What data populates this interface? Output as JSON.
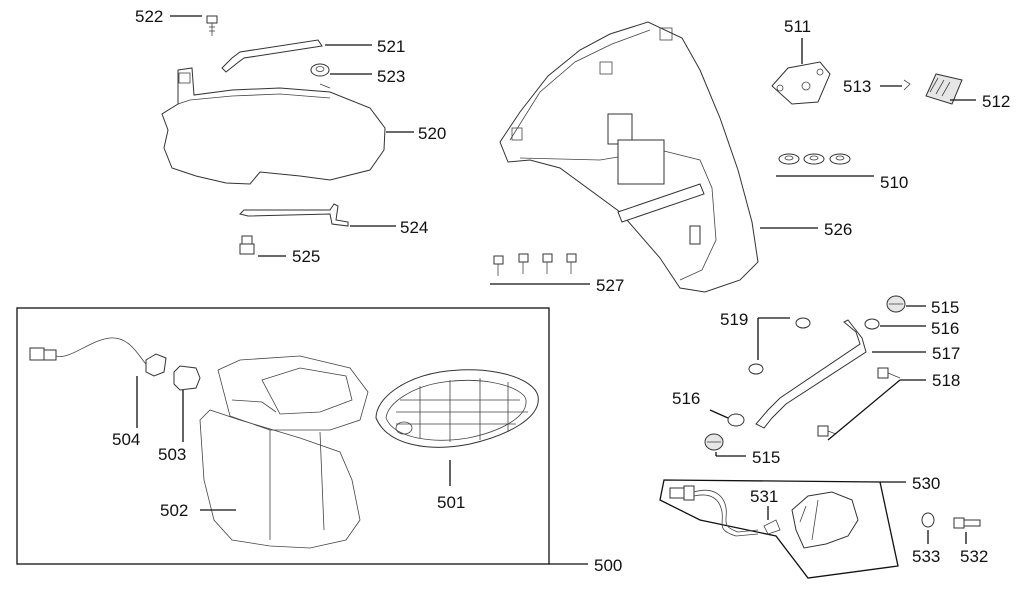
{
  "callouts": {
    "c522": "522",
    "c521": "521",
    "c523": "523",
    "c520": "520",
    "c524": "524",
    "c525": "525",
    "c511": "511",
    "c513": "513",
    "c512": "512",
    "c510": "510",
    "c526": "526",
    "c527": "527",
    "c519": "519",
    "c515a": "515",
    "c516a": "516",
    "c517": "517",
    "c518": "518",
    "c516b": "516",
    "c515b": "515",
    "c504": "504",
    "c503": "503",
    "c502": "502",
    "c501": "501",
    "c500": "500",
    "c530": "530",
    "c531": "531",
    "c533": "533",
    "c532": "532"
  }
}
